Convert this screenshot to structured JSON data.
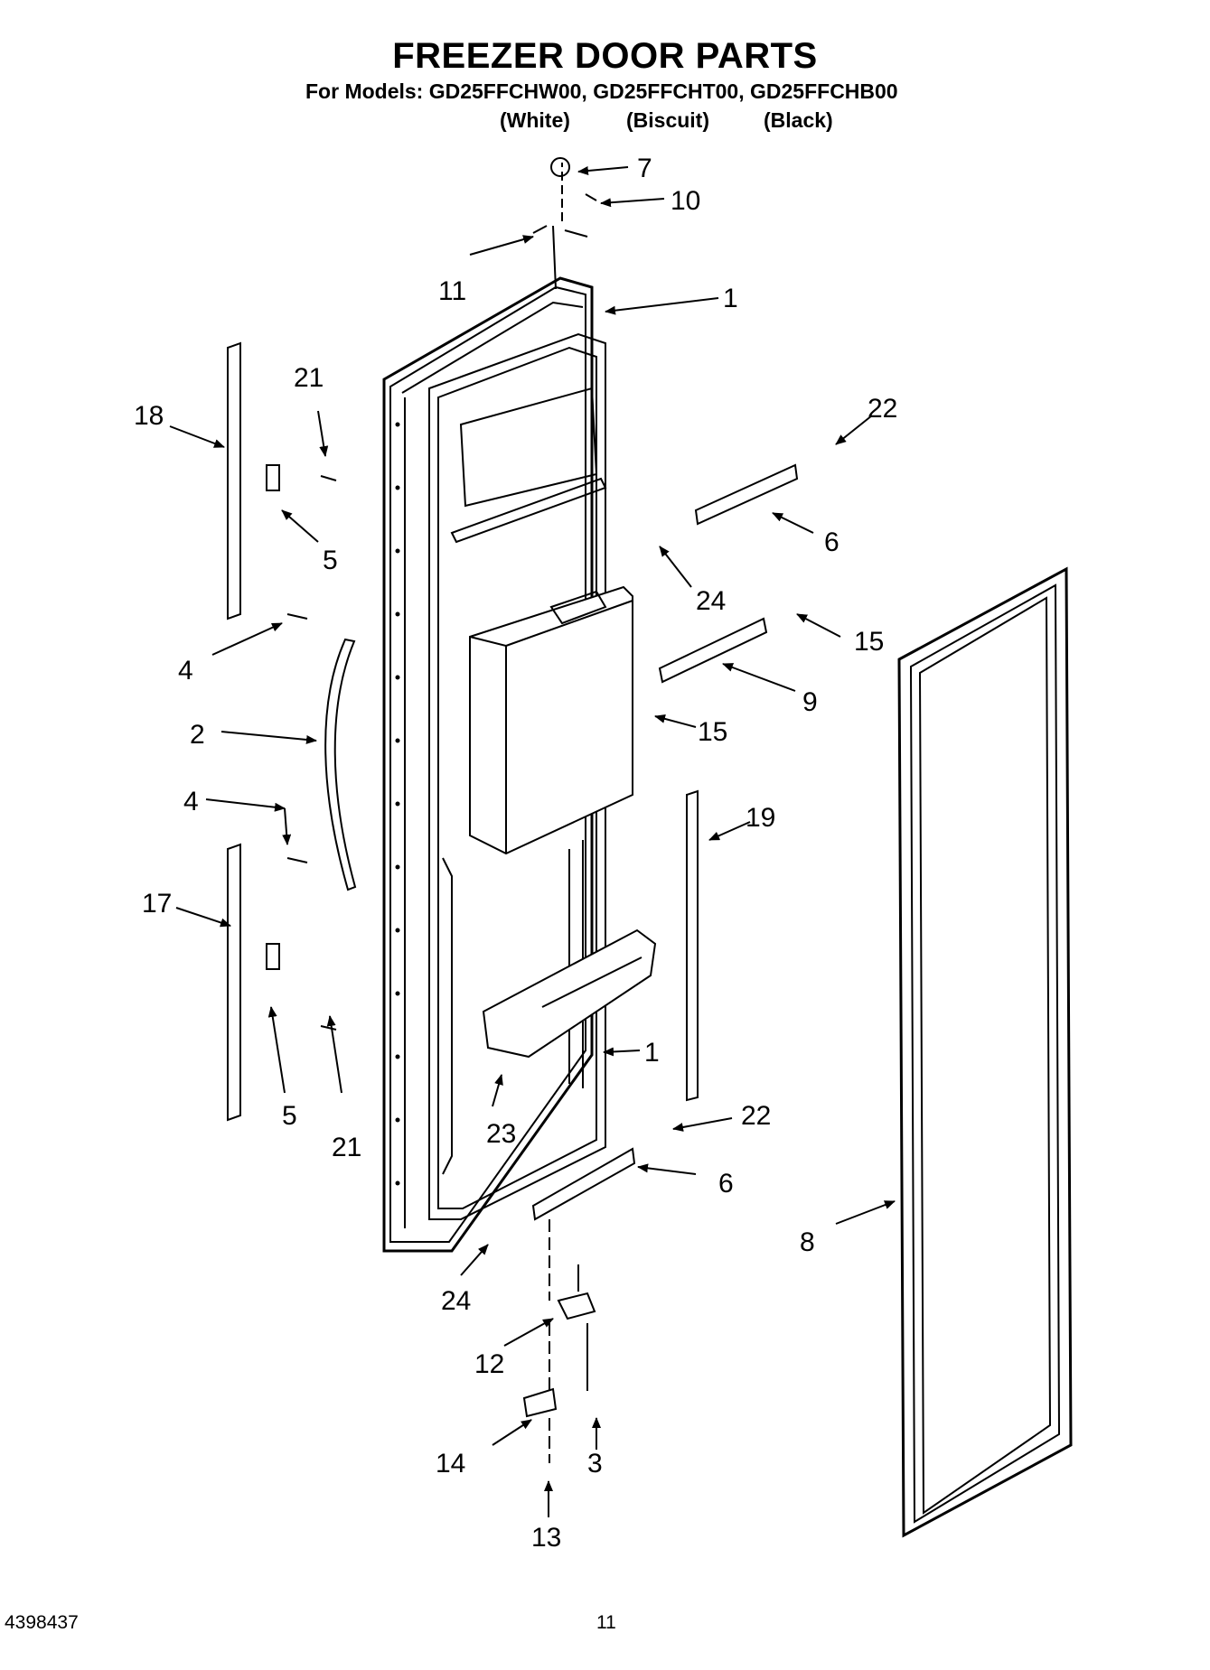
{
  "header": {
    "title": "FREEZER DOOR PARTS",
    "models_line": "For Models: GD25FFCHW00, GD25FFCHT00, GD25FFCHB00",
    "color_white": "(White)",
    "color_biscuit": "(Biscuit)",
    "color_black": "(Black)"
  },
  "callouts": [
    "7",
    "10",
    "11",
    "1",
    "21",
    "18",
    "22",
    "5",
    "6",
    "24",
    "4",
    "15",
    "9",
    "2",
    "15",
    "19",
    "4",
    "17",
    "1",
    "22",
    "5",
    "21",
    "23",
    "6",
    "8",
    "24",
    "12",
    "14",
    "3",
    "13"
  ],
  "footer": {
    "doc_number": "4398437",
    "page_number": "11"
  }
}
